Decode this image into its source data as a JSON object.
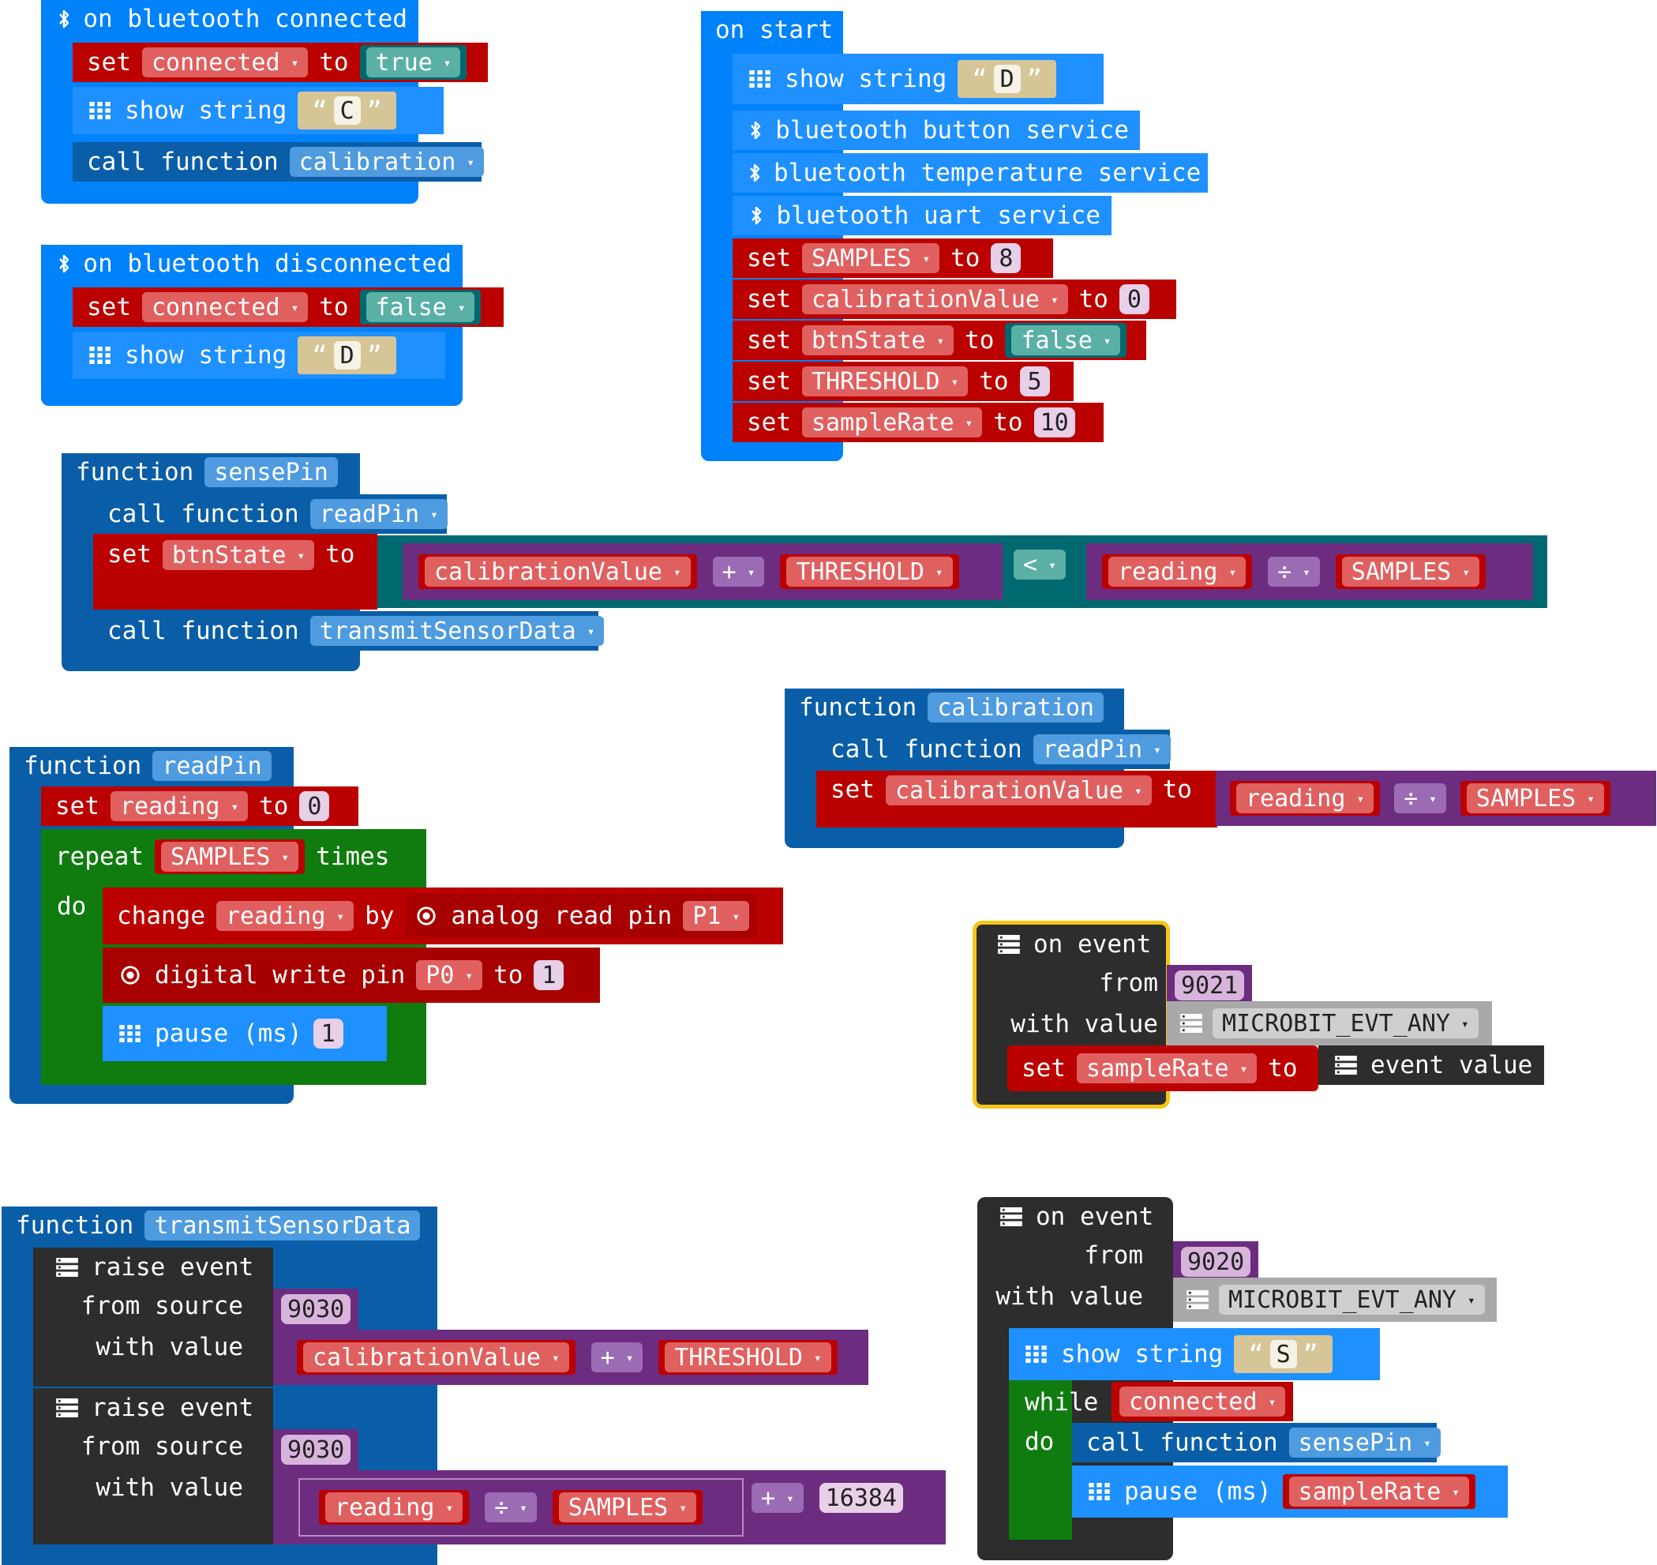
{
  "colors": {
    "bluetooth": "#0082fb",
    "functions": "#0a5ea8",
    "variables": "#bb0000",
    "logic": "#006970",
    "math": "#6c2c80",
    "loops": "#107c10",
    "pins": "#a80000",
    "control": "#2d2d2d",
    "highlight": "#f5c518"
  },
  "kw": {
    "set": "set",
    "to": "to",
    "show_string": "show string",
    "call_function": "call function",
    "function": "function",
    "repeat": "repeat",
    "times": "times",
    "do": "do",
    "change": "change",
    "by": "by",
    "analog_read_pin": "analog read pin",
    "digital_write_pin": "digital write pin",
    "pause_ms": "pause (ms)",
    "on_event": "on event",
    "from": "from",
    "with_value": "with value",
    "event_value": "event value",
    "raise_event": "raise event",
    "from_source": "from source",
    "while": "while",
    "on_start": "on start",
    "plus": "+",
    "div": "÷",
    "lt": "<",
    "dd": "▾",
    "qopen": "“",
    "qclose": "”"
  },
  "bt_connected": {
    "title": "on bluetooth connected",
    "var": "connected",
    "value": "true",
    "string": "C",
    "fn": "calibration"
  },
  "bt_disconnected": {
    "title": "on bluetooth disconnected",
    "var": "connected",
    "value": "false",
    "string": "D"
  },
  "on_start": {
    "string": "D",
    "services": [
      "bluetooth button service",
      "bluetooth temperature service",
      "bluetooth uart service"
    ],
    "sets": [
      {
        "var": "SAMPLES",
        "value": "8"
      },
      {
        "var": "calibrationValue",
        "value": "0"
      },
      {
        "var": "btnState",
        "value": "false"
      },
      {
        "var": "THRESHOLD",
        "value": "5"
      },
      {
        "var": "sampleRate",
        "value": "10"
      }
    ]
  },
  "sense_pin": {
    "name": "sensePin",
    "call1": "readPin",
    "var": "btnState",
    "a": "calibrationValue",
    "b": "THRESHOLD",
    "c": "reading",
    "d": "SAMPLES",
    "call2": "transmitSensorData"
  },
  "calibration_fn": {
    "name": "calibration",
    "call": "readPin",
    "var": "calibrationValue",
    "a": "reading",
    "b": "SAMPLES"
  },
  "read_pin": {
    "name": "readPin",
    "var": "reading",
    "value": "0",
    "times": "SAMPLES",
    "change_var": "reading",
    "analog_pin": "P1",
    "digital_pin": "P0",
    "digital_value": "1",
    "pause": "1"
  },
  "event_9021": {
    "from": "9021",
    "value": "MICROBIT_EVT_ANY",
    "var": "sampleRate"
  },
  "transmit": {
    "name": "transmitSensorData",
    "src1": "9030",
    "a": "calibrationValue",
    "b": "THRESHOLD",
    "src2": "9030",
    "c": "reading",
    "d": "SAMPLES",
    "e": "16384"
  },
  "event_9020": {
    "from": "9020",
    "value": "MICROBIT_EVT_ANY",
    "string": "S",
    "while_var": "connected",
    "call": "sensePin",
    "pause": "sampleRate"
  }
}
